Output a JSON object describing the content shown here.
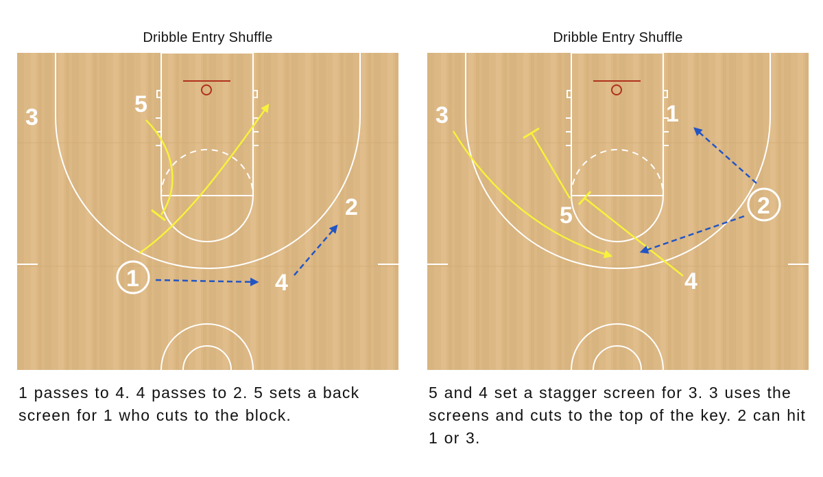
{
  "colors": {
    "court_wood": "#dcb885",
    "court_lines": "#ffffff",
    "cut_arrow": "#f7f23c",
    "pass_arrow": "#2255c4",
    "rim": "#b0301c"
  },
  "panels": [
    {
      "title": "Dribble Entry Shuffle",
      "caption": "1 passes to 4. 4 passes to 2. 5 sets a back screen for 1 who cuts to the block.",
      "players": [
        {
          "label": "3",
          "circled": false
        },
        {
          "label": "5",
          "circled": false
        },
        {
          "label": "2",
          "circled": false
        },
        {
          "label": "1",
          "circled": true
        },
        {
          "label": "4",
          "circled": false
        }
      ]
    },
    {
      "title": "Dribble Entry Shuffle",
      "caption": "5 and 4 set a stagger screen for 3. 3 uses the screens and cuts to the top of the key. 2 can hit 1 or 3.",
      "players": [
        {
          "label": "3",
          "circled": false
        },
        {
          "label": "1",
          "circled": false
        },
        {
          "label": "2",
          "circled": true
        },
        {
          "label": "5",
          "circled": false
        },
        {
          "label": "4",
          "circled": false
        }
      ]
    }
  ]
}
